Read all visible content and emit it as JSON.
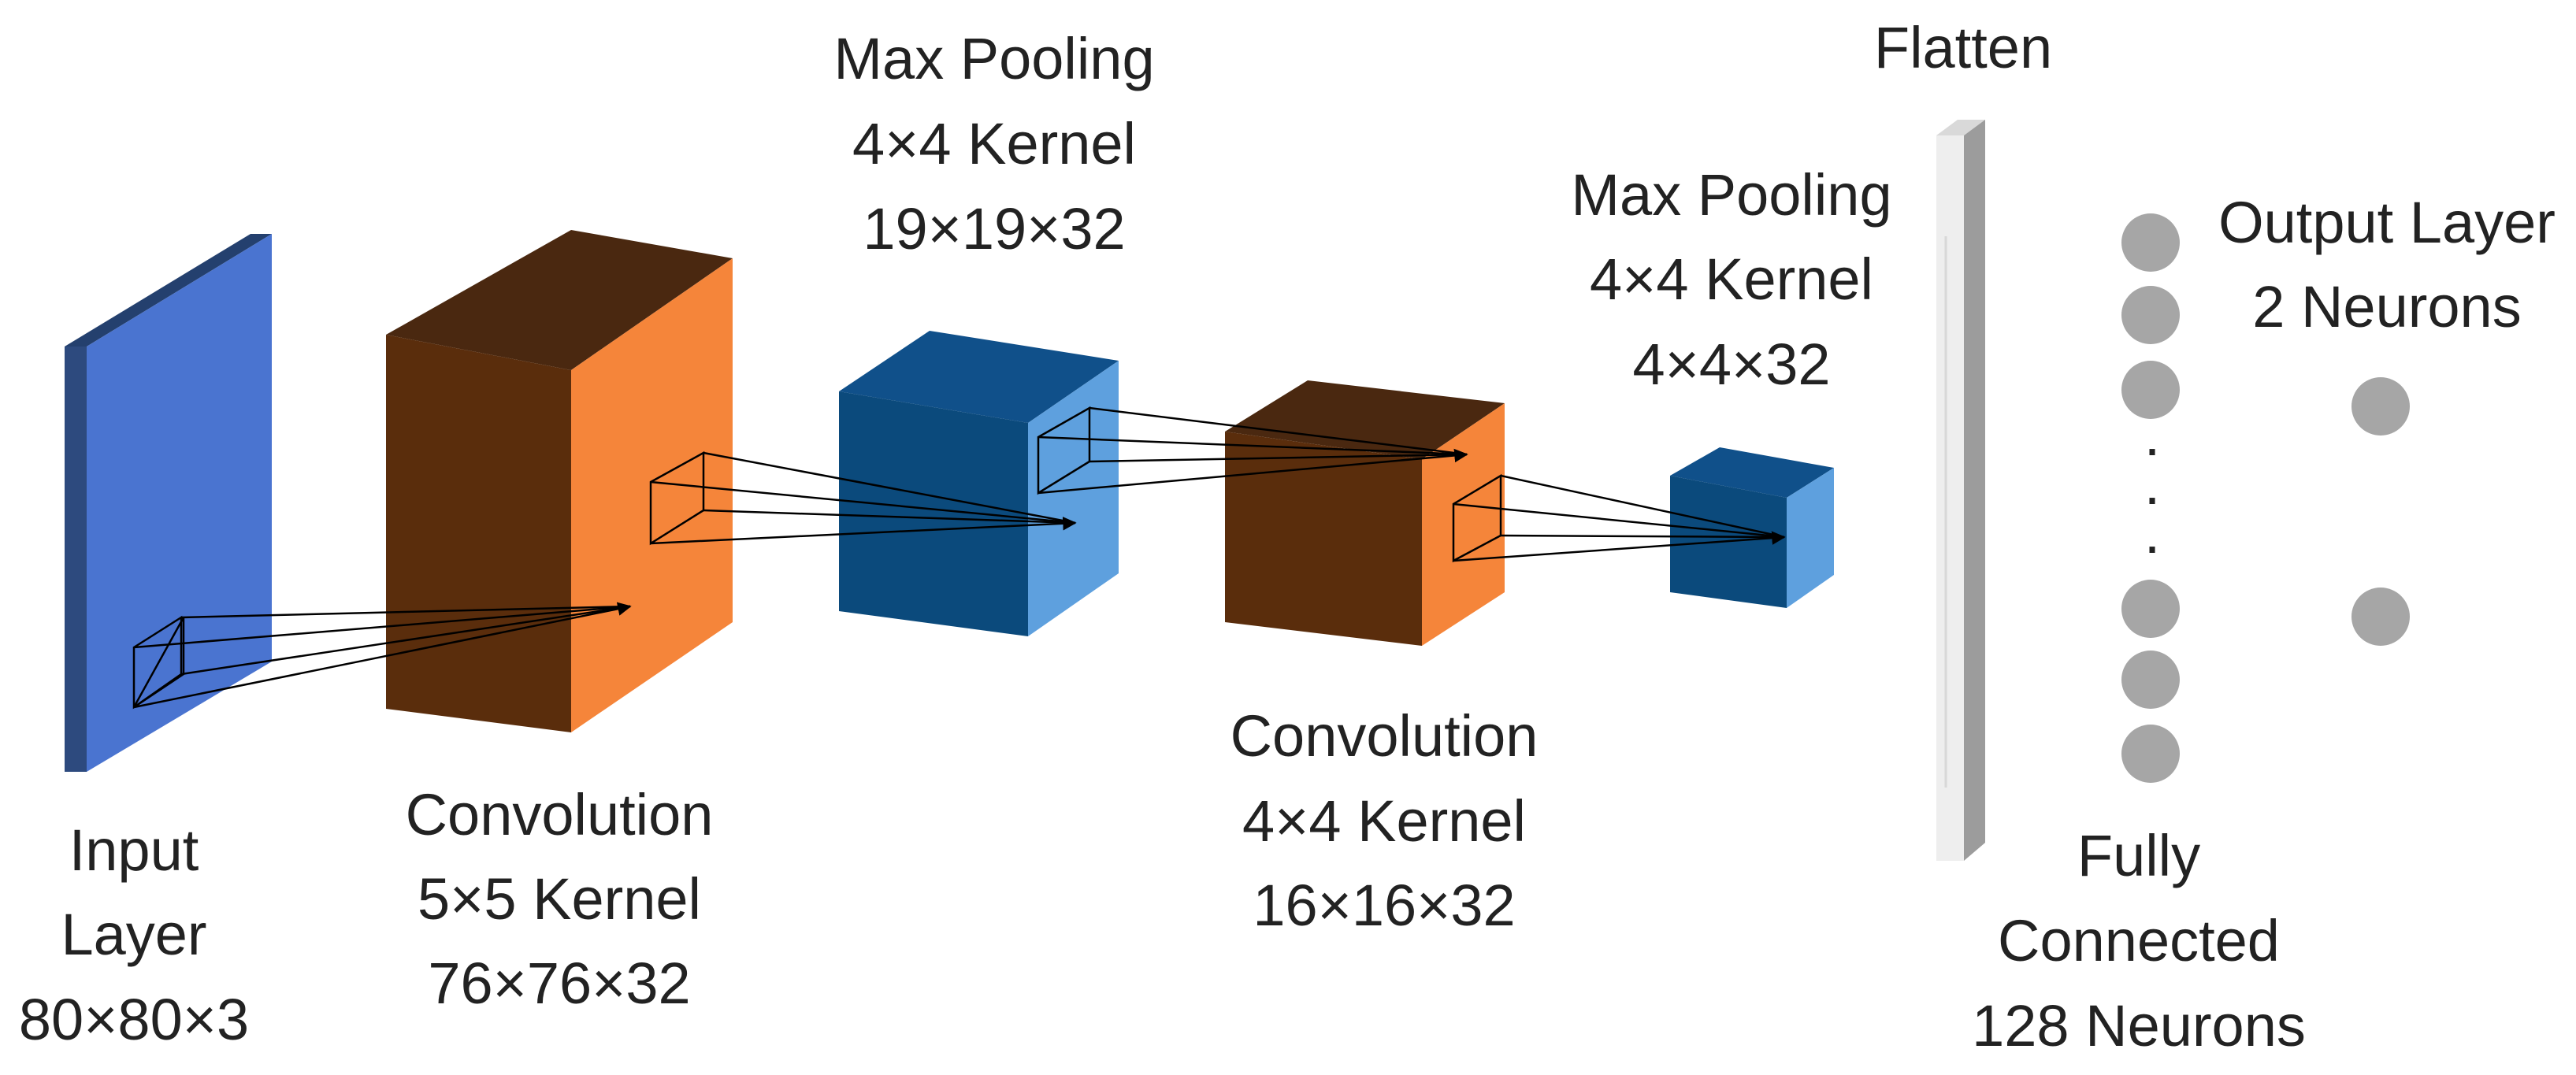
{
  "layers": {
    "input": {
      "lines": [
        "Input",
        "Layer",
        "80×80×3"
      ],
      "color": "#4a74d0"
    },
    "conv1": {
      "lines": [
        "Convolution",
        "5×5 Kernel",
        "76×76×32"
      ],
      "color": "#f5853a"
    },
    "pool1": {
      "lines": [
        "Max Pooling",
        "4×4 Kernel",
        "19×19×32"
      ],
      "color": "#5ea0de"
    },
    "conv2": {
      "lines": [
        "Convolution",
        "4×4 Kernel",
        "16×16×32"
      ],
      "color": "#f5853a"
    },
    "pool2": {
      "lines": [
        "Max Pooling",
        "4×4 Kernel",
        "4×4×32"
      ],
      "color": "#5ea0de"
    },
    "flatten": {
      "lines": [
        "Flatten"
      ],
      "color": "#f0f0f0"
    },
    "fully_connected": {
      "lines": [
        "Fully",
        "Connected",
        "128 Neurons"
      ],
      "neuron_color": "#a6a6a6",
      "ellipsis": "."
    },
    "output": {
      "lines": [
        "Output Layer",
        "2 Neurons"
      ],
      "neuron_color": "#a6a6a6"
    }
  }
}
